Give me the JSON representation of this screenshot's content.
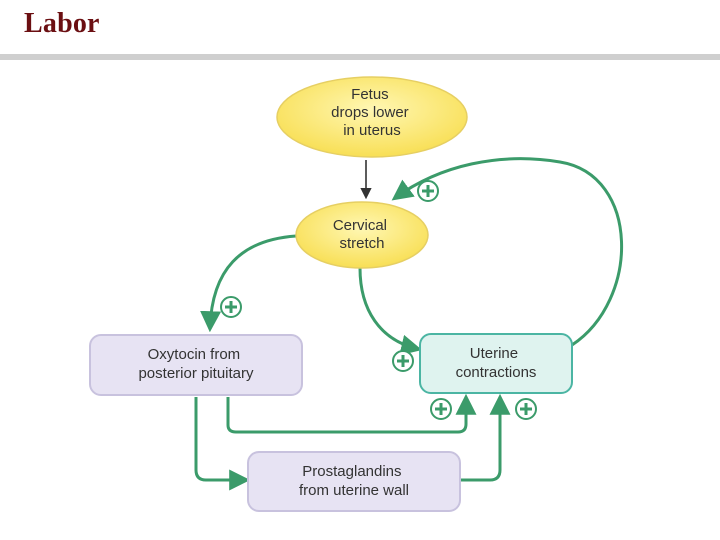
{
  "slide": {
    "title": "Labor"
  },
  "colors": {
    "title": "#6b0f12",
    "arrow_green": "#3b9b6a",
    "arrow_dark": "#333333",
    "ellipse_fill": "#fbe97a",
    "box_purple_fill": "#e7e3f3",
    "box_teal_fill": "#dff3ef"
  },
  "diagram": {
    "nodes": {
      "fetus": {
        "lines": [
          "Fetus",
          "drops lower",
          "in uterus"
        ]
      },
      "cervical": {
        "lines": [
          "Cervical",
          "stretch"
        ]
      },
      "oxytocin": {
        "lines": [
          "Oxytocin from",
          "posterior pituitary"
        ]
      },
      "uterine": {
        "lines": [
          "Uterine",
          "contractions"
        ]
      },
      "prostaglandins": {
        "lines": [
          "Prostaglandins",
          "from uterine wall"
        ]
      }
    },
    "plus_sign": "+"
  }
}
